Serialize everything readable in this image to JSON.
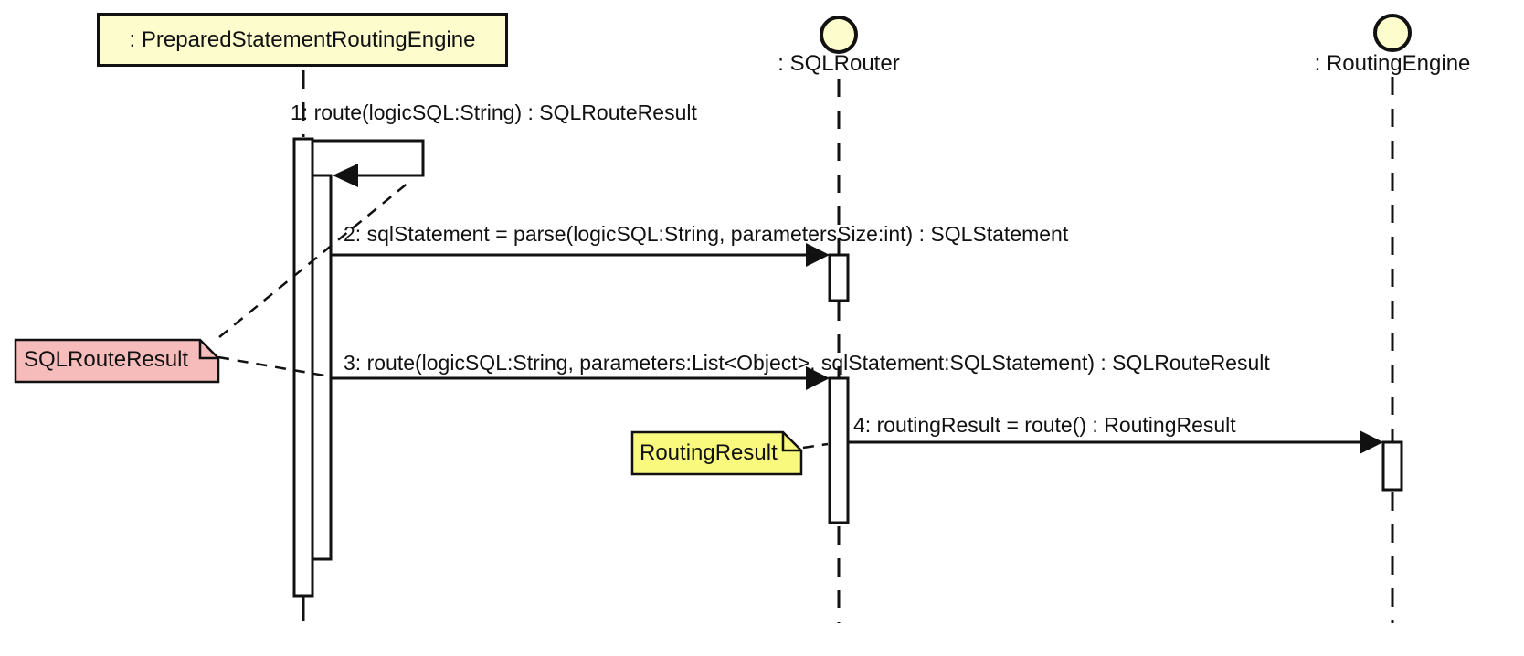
{
  "participants": {
    "engine": {
      "label": ": PreparedStatementRoutingEngine"
    },
    "sql_router": {
      "label": ": SQLRouter"
    },
    "routing_engine": {
      "label": ": RoutingEngine"
    }
  },
  "messages": {
    "m1": {
      "label": "1: route(logicSQL:String) : SQLRouteResult"
    },
    "m2": {
      "label": "2: sqlStatement = parse(logicSQL:String, parametersSize:int) : SQLStatement"
    },
    "m3": {
      "label": "3: route(logicSQL:String, parameters:List<Object>, sqlStatement:SQLStatement) : SQLRouteResult"
    },
    "m4": {
      "label": "4: routingResult = route() : RoutingResult"
    }
  },
  "notes": {
    "sql_route_result": {
      "label": "SQLRouteResult",
      "fill": "#F6BBBB"
    },
    "routing_result": {
      "label": "RoutingResult",
      "fill": "#F9F97E"
    }
  },
  "colors": {
    "participant_fill": "#FCFCCD",
    "note_pink": "#F6BBBB",
    "note_yellow": "#F9F97E",
    "line": "#111111",
    "background": "#FFFFFF"
  }
}
